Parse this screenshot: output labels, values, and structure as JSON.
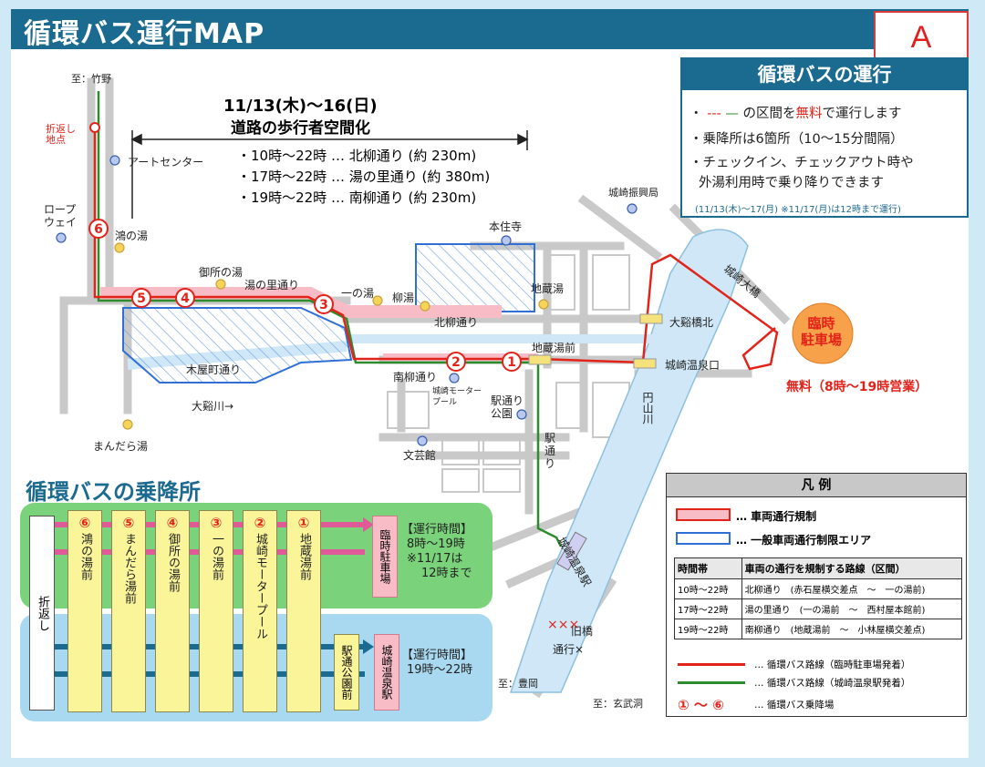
{
  "header": {
    "title": "循環バス運行MAP",
    "badge": "A"
  },
  "info": {
    "title": "循環バスの運行",
    "line1_pre": "・",
    "line1_mid": "の区間を",
    "line1_free": "無料",
    "line1_post": "で運行します",
    "line2": "・乗降所は6箇所（10〜15分間隔）",
    "line3": "・チェックイン、チェックアウト時や",
    "line4": "外湯利用時で乗り降りできます",
    "note": "(11/13(木)〜17(月) ※11/17(月)は12時まで運行)"
  },
  "schedule": {
    "date": "11/13(木)〜16(日)",
    "subtitle": "道路の歩行者空間化",
    "items": [
      "・10時〜22時 … 北柳通り (約 230m)",
      "・17時〜22時 … 湯の里通り (約 380m)",
      "・19時〜22時 … 南柳通り (約 230m)"
    ]
  },
  "map_labels": {
    "to_takeno": "至：竹野",
    "turnaround": "折返し\n地点",
    "art_center": "アートセンター",
    "ropeway": "ロープ\nウェイ",
    "konoyu": "鴻の湯",
    "goshonoyu": "御所の湯",
    "yunosato": "湯の里通り",
    "ichinoyu": "一の湯",
    "yanagiyu": "柳湯",
    "jizoyu": "地蔵湯",
    "honjuji": "本住寺",
    "kitayanagi": "北柳通り",
    "jizoyumae": "地蔵湯前",
    "kiyamachi": "木屋町通り",
    "minamiyanagi": "南柳通り",
    "motorpool": "城崎モーター\nプール",
    "ekidori_park": "駅通り\n公園",
    "taikeigawa": "大谿川→",
    "mandarayu": "まんだら湯",
    "bungeikan": "文芸館",
    "ekidori": "駅\n通\nり",
    "shinkokyoku": "城崎振興局",
    "ohashi": "城崎大橋",
    "taikeibashi": "大谿橋北",
    "onsenguchi": "城崎温泉口",
    "rinji": "臨時\n駐車場",
    "parking_note": "無料（8時〜19時営業）",
    "maruyama": "円山川",
    "station": "城崎温泉駅",
    "old_bridge": "旧橋",
    "no_pass": "通行×",
    "to_toyooka": "至：豊岡",
    "to_genbudo": "至：玄武洞"
  },
  "stops_panel": {
    "title": "循環バスの乗降所",
    "return": "折返し",
    "stops": [
      {
        "num": "⑥",
        "name": "鴻の湯前"
      },
      {
        "num": "⑤",
        "name": "まんだら湯前"
      },
      {
        "num": "④",
        "name": "御所の湯前"
      },
      {
        "num": "③",
        "name": "一の湯前"
      },
      {
        "num": "②",
        "name": "城崎モータープール"
      },
      {
        "num": "①",
        "name": "地蔵湯前"
      }
    ],
    "rinji_box": "臨時駐車場",
    "ekidori_box": "駅通公園前",
    "onsen_box": "城崎温泉駅",
    "time_green_1": "【運行時間】",
    "time_green_2": "8時〜19時",
    "time_green_3": "※11/17は",
    "time_green_4": "12時まで",
    "time_blue_1": "【運行時間】",
    "time_blue_2": "19時〜22時"
  },
  "legend": {
    "title": "凡 例",
    "row1": "… 車両通行規制",
    "row2": "… 一般車両通行制限エリア",
    "table_headers": [
      "時間帯",
      "車両の通行を規制する路線（区間）"
    ],
    "table_rows": [
      [
        "10時〜22時",
        "北柳通り　(赤石屋横交差点　〜　一の湯前)"
      ],
      [
        "17時〜22時",
        "湯の里通り　(一の湯前　〜　西村屋本館前)"
      ],
      [
        "19時〜22時",
        "南柳通り　(地蔵湯前　〜　小林屋横交差点)"
      ]
    ],
    "red_line": "… 循環バス路線（臨時駐車場発着）",
    "green_line": "… 循環バス路線（城崎温泉駅発着）",
    "stops_sym": "① 〜 ⑥",
    "stops_desc": "… 循環バス乗降場"
  },
  "colors": {
    "accent": "#1b6a8f",
    "route_red": "#e2231a",
    "route_green": "#2e8b2e",
    "restrict_pink": "#f7bcc6",
    "area_blue": "#2f6fd6"
  }
}
